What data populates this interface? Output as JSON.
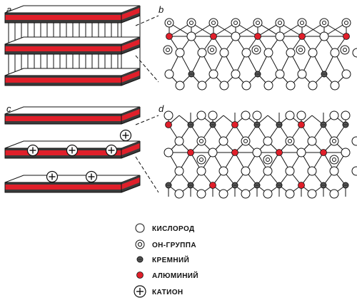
{
  "panels": {
    "a": "a",
    "b": "b",
    "c": "c",
    "d": "d"
  },
  "legend": [
    {
      "label": "КИСЛОРОД",
      "kind": "oxygen"
    },
    {
      "label": "ОН-ГРУППА",
      "kind": "oh-group"
    },
    {
      "label": "КРЕМНИЙ",
      "kind": "silicon"
    },
    {
      "label": "АЛЮМИНИЙ",
      "kind": "aluminum"
    },
    {
      "label": "КАТИОН",
      "kind": "cation"
    }
  ],
  "colors": {
    "aluminum": "#e01f2a",
    "silicon": "#555555",
    "slab_top": "#ffffff",
    "slab_dark": "#3a3a3a",
    "stroke": "#111111"
  }
}
